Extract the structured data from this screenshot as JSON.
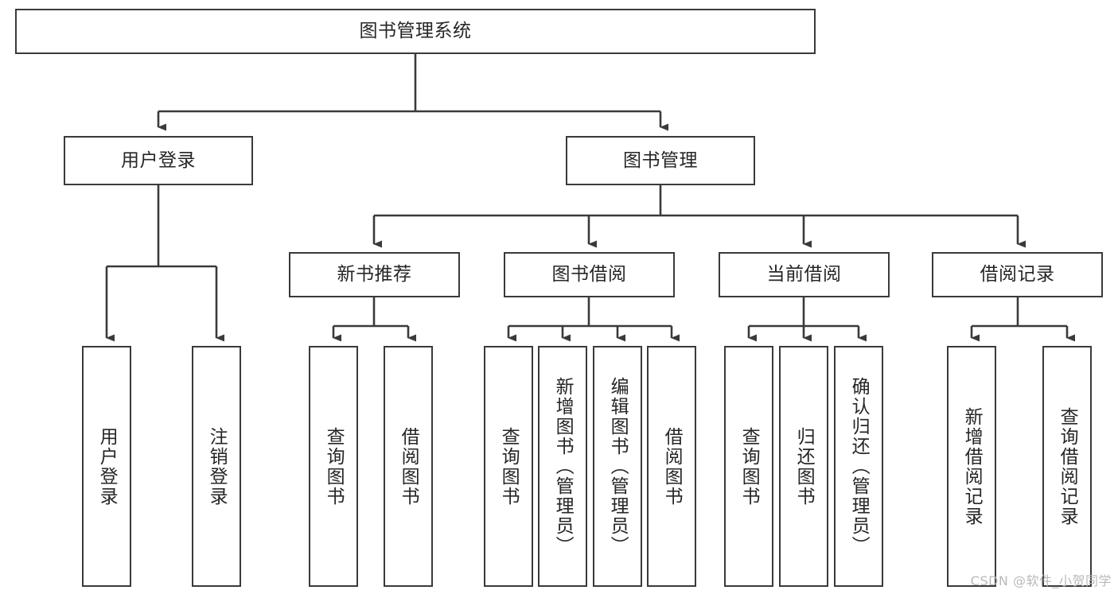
{
  "diagram": {
    "type": "tree",
    "title": "图书管理系统",
    "orientation": "top-down",
    "edge_style": "orthogonal-arrow",
    "colors": {
      "node_border": "#3a3a3a",
      "node_fill": "#ffffff",
      "edge": "#3a3a3a",
      "text": "#262626",
      "watermark": "#b9b9b9",
      "background": "#ffffff"
    },
    "root": {
      "label": "图书管理系统"
    },
    "level2": [
      {
        "label": "用户登录"
      },
      {
        "label": "图书管理"
      }
    ],
    "level3": [
      {
        "label": "新书推荐"
      },
      {
        "label": "图书借阅"
      },
      {
        "label": "当前借阅"
      },
      {
        "label": "借阅记录"
      }
    ],
    "leaves": {
      "user_login": [
        {
          "label": "用户登录"
        },
        {
          "label": "注销登录"
        }
      ],
      "new_book_recommend": [
        {
          "label": "查询图书"
        },
        {
          "label": "借阅图书"
        }
      ],
      "book_borrow": [
        {
          "label": "查询图书"
        },
        {
          "label": "新增图书（管理员）"
        },
        {
          "label": "编辑图书（管理员）"
        },
        {
          "label": "借阅图书"
        }
      ],
      "current_borrow": [
        {
          "label": "查询图书"
        },
        {
          "label": "归还图书"
        },
        {
          "label": "确认归还（管理员）"
        }
      ],
      "borrow_record": [
        {
          "label": "新增借阅记录"
        },
        {
          "label": "查询借阅记录"
        }
      ]
    }
  },
  "watermark": {
    "text": "CSDN @软件_小贺同学"
  }
}
